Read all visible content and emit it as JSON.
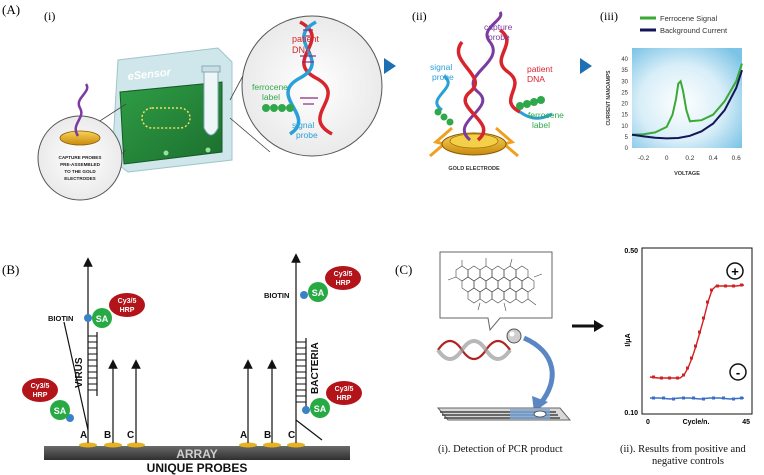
{
  "panel_a": {
    "label": "(A)",
    "sub_i": "(i)",
    "sub_ii": "(ii)",
    "sub_iii": "(iii)",
    "esensor_brand": "eSensor",
    "capture_caption": [
      "CAPTURE PROBES",
      "PRE-ASSEMBLED",
      "TO THE GOLD",
      "ELECTRODES"
    ],
    "patient_dna": [
      "patient",
      "DNA"
    ],
    "ferrocene_label": [
      "ferrocene",
      "label"
    ],
    "signal_probe": [
      "signal",
      "probe"
    ],
    "capture_probe": [
      "capture",
      "probe"
    ],
    "gold_electrode": "GOLD ELECTRODE"
  },
  "chart_data": {
    "type": "line",
    "title": "",
    "xlabel": "VOLTAGE",
    "ylabel": "CURRENT NANOAMPS",
    "xlim": [
      -0.3,
      0.65
    ],
    "ylim": [
      0,
      45
    ],
    "xticks": [
      "-0.2",
      "0",
      "0.2",
      "0.4",
      "0.6"
    ],
    "yticks": [
      "0",
      "5",
      "10",
      "15",
      "20",
      "25",
      "30",
      "35",
      "40"
    ],
    "legend_position": "top",
    "series": [
      {
        "name": "Ferrocene Signal",
        "color": "#3aaa35",
        "x": [
          -0.3,
          -0.2,
          -0.1,
          0,
          0.05,
          0.08,
          0.1,
          0.12,
          0.14,
          0.17,
          0.2,
          0.3,
          0.4,
          0.5,
          0.6,
          0.65
        ],
        "y": [
          6,
          6.2,
          7,
          9.5,
          15,
          22,
          29,
          30,
          26,
          17,
          12,
          12.5,
          15,
          21,
          30,
          38
        ]
      },
      {
        "name": "Background Current",
        "color": "#14145a",
        "x": [
          -0.3,
          -0.2,
          -0.1,
          0,
          0.1,
          0.2,
          0.3,
          0.4,
          0.5,
          0.6,
          0.65
        ],
        "y": [
          6,
          5.2,
          4.6,
          4.3,
          4.5,
          5.5,
          7.5,
          11,
          17,
          27,
          35
        ]
      }
    ]
  },
  "panel_b": {
    "label": "(B)",
    "biotin": "BIOTIN",
    "sa": "SA",
    "hrp_line1": "Cy3/5",
    "hrp_line2": "HRP",
    "virus": "VIRUS",
    "bacteria": "BACTERIA",
    "probe_letters": [
      "A",
      "B",
      "C"
    ],
    "array": "ARRAY",
    "unique_probes": "UNIQUE PROBES"
  },
  "panel_c": {
    "label": "(C)",
    "caption_i": "(i).   Detection of PCR product",
    "caption_ii_line1": "(ii).  Results from positive and",
    "caption_ii_line2": "negative controls",
    "plus": "+",
    "minus": "-",
    "plot": {
      "ylabel": "I/μA",
      "xlabel": "Cycle/n.",
      "x_min_label": "0",
      "x_max_label": "45",
      "y_top_label": "0.50",
      "y_bottom_label": "0.10"
    }
  },
  "colors": {
    "gold": "#e8b21e",
    "green": "#27a944",
    "red_hrp": "#b2141a",
    "blue_arrow": "#1f6fb3",
    "pos_series": "#d42020",
    "neg_series": "#3a6fc8"
  }
}
